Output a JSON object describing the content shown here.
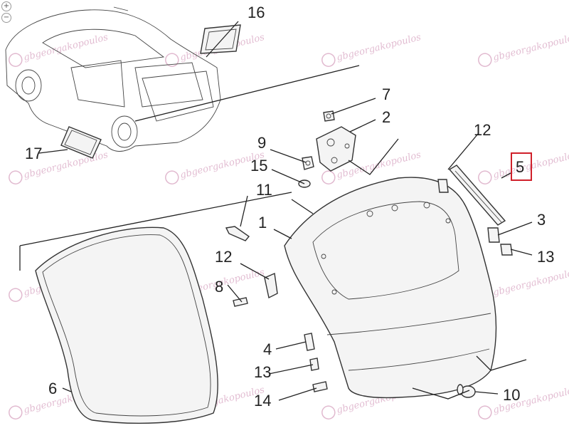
{
  "callouts": [
    "1",
    "2",
    "3",
    "4",
    "5",
    "6",
    "7",
    "8",
    "9",
    "10",
    "11",
    "12",
    "12",
    "13",
    "13",
    "14",
    "15",
    "16",
    "17"
  ],
  "highlighted_callout": "5",
  "highlight_color": "#d0202a",
  "watermark": {
    "text": "gbgeorgakopoulos",
    "color": "#d9a7c3"
  },
  "zoom": {
    "in_icon": "zoom-in-icon",
    "out_icon": "zoom-out-icon"
  }
}
